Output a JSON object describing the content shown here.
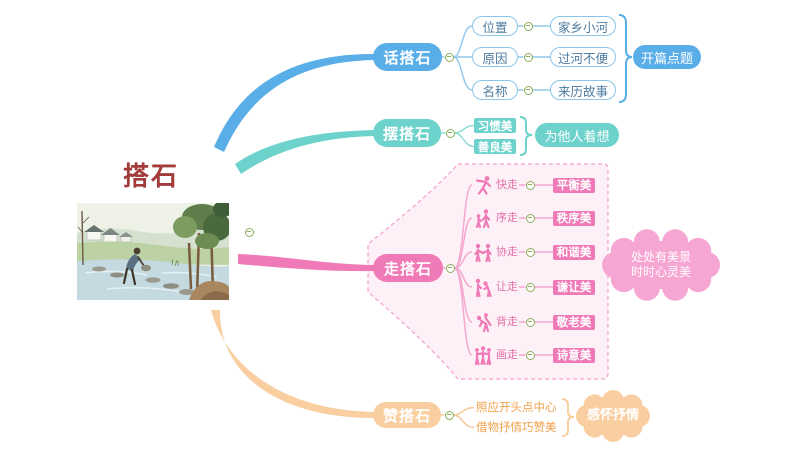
{
  "title": "搭石",
  "colors": {
    "title": "#a33b3b",
    "hua": "#5aaee8",
    "bai": "#6dd2cb",
    "zou": "#f07ab7",
    "zan": "#f9cfa2",
    "toggle": "#8aae5a"
  },
  "branches": {
    "hua": {
      "label": "话搭石",
      "details": [
        {
          "key": "位置",
          "value": "家乡小河"
        },
        {
          "key": "原因",
          "value": "过河不便"
        },
        {
          "key": "名称",
          "value": "来历故事"
        }
      ],
      "summary": "开篇点题"
    },
    "bai": {
      "label": "摆搭石",
      "items": [
        "习惯美",
        "善良美"
      ],
      "summary": "为他人着想"
    },
    "zou": {
      "label": "走搭石",
      "rows": [
        {
          "icon": "leaping-person-icon",
          "label": "快走",
          "value": "平衡美"
        },
        {
          "icon": "queue-people-icon",
          "label": "序走",
          "value": "秩序美"
        },
        {
          "icon": "hand-in-hand-icon",
          "label": "协走",
          "value": "和谐美"
        },
        {
          "icon": "yielding-people-icon",
          "label": "让走",
          "value": "谦让美"
        },
        {
          "icon": "piggyback-icon",
          "label": "背走",
          "value": "敬老美"
        },
        {
          "icon": "group-people-icon",
          "label": "画走",
          "value": "诗意美"
        }
      ],
      "summary": [
        "处处有美景",
        "时时心灵美"
      ]
    },
    "zan": {
      "label": "赞搭石",
      "items": [
        "照应开头点中心",
        "借物抒情巧赞美"
      ],
      "summary": "感怀抒情"
    }
  }
}
